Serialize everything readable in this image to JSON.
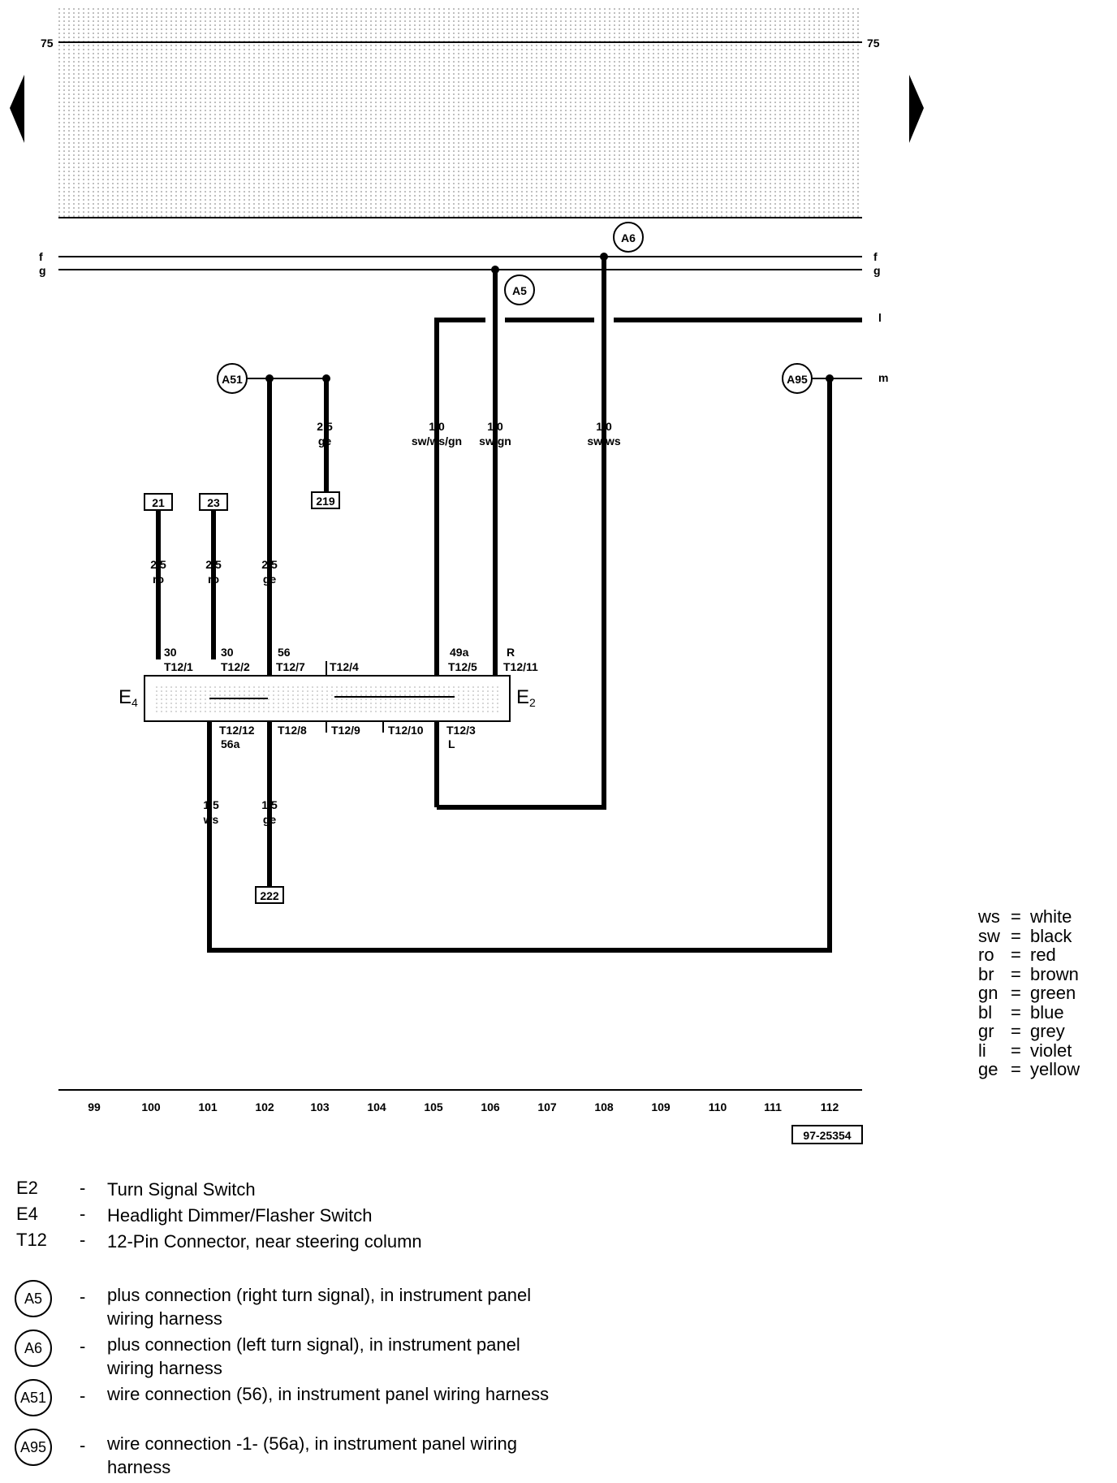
{
  "diagram": {
    "page_code": "97-25354",
    "top_marker_left": "75",
    "top_marker_right": "75",
    "nav": {
      "prev_label": "",
      "next_label": ""
    },
    "bus_lines": {
      "f": "f",
      "g": "g",
      "l": "l",
      "m": "m"
    },
    "connections": {
      "A6": "A6",
      "A5": "A5",
      "A51": "A51",
      "A95": "A95"
    },
    "boxes": {
      "b21": "21",
      "b23": "23",
      "b219": "219",
      "b222": "222"
    },
    "wires": {
      "w1_size": "2,5",
      "w1_color": "ro",
      "w2_size": "2,5",
      "w2_color": "ro",
      "w3_size": "2,5",
      "w3_color": "ge",
      "w4_size": "2,5",
      "w4_color": "ge",
      "w5_size": "1,0",
      "w5_color": "sw/ws/gn",
      "w6_size": "1,0",
      "w6_color": "sw/gn",
      "w7_size": "1,0",
      "w7_color": "sw/ws",
      "w8_size": "1,5",
      "w8_color": "ws",
      "w9_size": "1,5",
      "w9_color": "ge"
    },
    "pins": {
      "p1_num": "30",
      "p1": "T12/1",
      "p2_num": "30",
      "p2": "T12/2",
      "p7_num": "56",
      "p7": "T12/7",
      "p4": "T12/4",
      "p5_num": "49a",
      "p5": "T12/5",
      "p11_num": "R",
      "p11": "T12/11",
      "p12": "T12/12",
      "p12_num": "56a",
      "p8": "T12/8",
      "p9": "T12/9",
      "p10": "T12/10",
      "p3": "T12/3",
      "p3_num": "L"
    },
    "components": {
      "E4": "E",
      "E4_sub": "4",
      "E2": "E",
      "E2_sub": "2"
    },
    "scale": [
      "99",
      "100",
      "101",
      "102",
      "103",
      "104",
      "105",
      "106",
      "107",
      "108",
      "109",
      "110",
      "111",
      "112"
    ]
  },
  "color_legend": [
    {
      "code": "ws",
      "name": "white"
    },
    {
      "code": "sw",
      "name": "black"
    },
    {
      "code": "ro",
      "name": "red"
    },
    {
      "code": "br",
      "name": "brown"
    },
    {
      "code": "gn",
      "name": "green"
    },
    {
      "code": "bl",
      "name": "blue"
    },
    {
      "code": "gr",
      "name": "grey"
    },
    {
      "code": "li",
      "name": "violet"
    },
    {
      "code": "ge",
      "name": "yellow"
    }
  ],
  "component_key": [
    {
      "code": "E2",
      "desc": "Turn Signal Switch"
    },
    {
      "code": "E4",
      "desc": "Headlight Dimmer/Flasher Switch"
    },
    {
      "code": "T12",
      "desc": "12-Pin Connector, near steering column"
    }
  ],
  "connection_key": [
    {
      "code": "A5",
      "desc": "plus connection (right turn signal), in instrument panel wiring harness"
    },
    {
      "code": "A6",
      "desc": "plus connection (left turn signal), in instrument panel wiring harness"
    },
    {
      "code": "A51",
      "desc": "wire connection (56), in instrument panel wiring harness"
    },
    {
      "code": "A95",
      "desc": "wire connection -1- (56a), in instrument panel wiring harness"
    }
  ],
  "separator": "-",
  "equals": "="
}
